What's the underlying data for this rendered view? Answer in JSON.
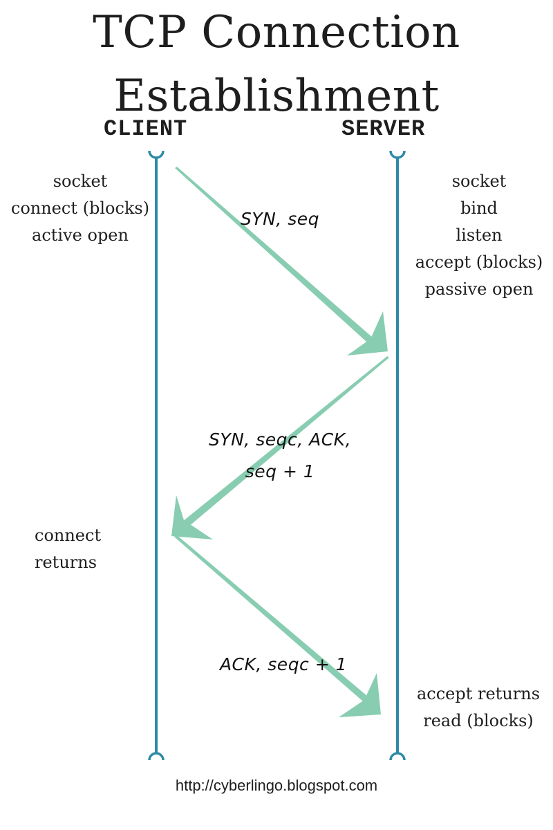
{
  "title": {
    "line1": "TCP Connection",
    "line2": "Establishment"
  },
  "actors": {
    "client": "CLIENT",
    "server": "SERVER"
  },
  "colors": {
    "lifeline": "#2e8aa5",
    "arrow": "#88cdb1",
    "text": "#1e1e1e"
  },
  "client_notes": {
    "setup": [
      "socket",
      "connect (blocks)",
      "active open"
    ],
    "returns": [
      "connect",
      "returns"
    ]
  },
  "server_notes": {
    "setup": [
      "socket",
      "bind",
      "listen",
      "accept (blocks)",
      "passive open"
    ],
    "returns": [
      "accept returns",
      "read (blocks)"
    ]
  },
  "messages": [
    {
      "from": "client",
      "to": "server",
      "lines": [
        "SYN, seq"
      ]
    },
    {
      "from": "server",
      "to": "client",
      "lines": [
        "SYN, seqc, ACK,",
        "seq + 1"
      ]
    },
    {
      "from": "client",
      "to": "server",
      "lines": [
        "ACK, seqc + 1"
      ]
    }
  ],
  "footer": "http://cyberlingo.blogspot.com"
}
